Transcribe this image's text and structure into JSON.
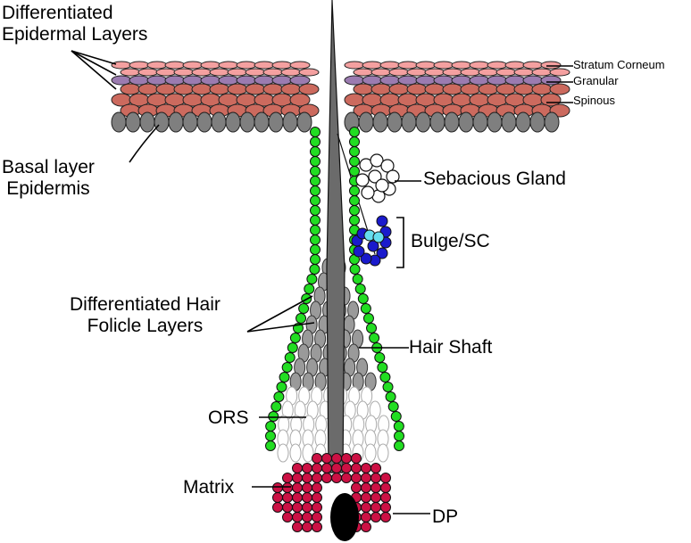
{
  "labels": {
    "differentiated_epidermal_layers": "Differentiated\nEpidermal Layers",
    "stratum_corneum": "Stratum Corneum",
    "granular": "Granular",
    "spinous": "Spinous",
    "basal_layer_epidermis": "Basal layer\nEpidermis",
    "sebaceous_gland": "Sebacious Gland",
    "bulge_sc": "Bulge/SC",
    "differentiated_hair_folicle_layers": "Differentiated Hair\nFolicle Layers",
    "hair_shaft": "Hair Shaft",
    "ors": "ORS",
    "matrix": "Matrix",
    "dp": "DP"
  },
  "colors": {
    "stratum_corneum": "#f4a0a0",
    "granular": "#9b7bb0",
    "spinous": "#cc6a5e",
    "basal": "#7f7f7f",
    "ors": "#22dd22",
    "sebaceous": "#ffffff",
    "bulge_stem_cells": "#1a1acc",
    "bulge_inner": "#66ddee",
    "hair_shaft": "#6b6b6b",
    "inner_layers": "#9a9a9a",
    "matrix": "#cc1144",
    "dermal_papilla": "#000000"
  }
}
